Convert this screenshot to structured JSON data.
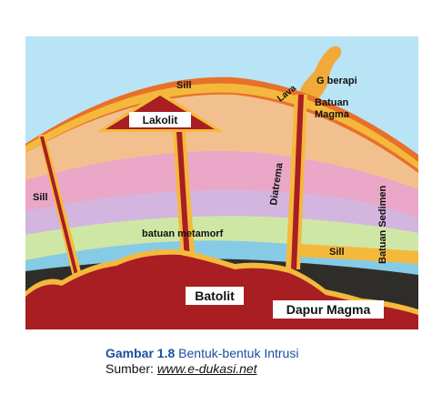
{
  "diagram": {
    "labels": {
      "sill_top": "Sill",
      "lakolit": "Lakolit",
      "lava": "Lava",
      "g_berapi": "G berapi",
      "batuan_magma": "Batuan Magma",
      "sill_left": "Sill",
      "diatrema": "Diatrema",
      "batuan_sedimen": "Batuan Sedimen",
      "batuan_metamorf": "batuan metamorf",
      "sill_right": "Sill",
      "batolit": "Batolit",
      "dapur_magma": "Dapur Magma"
    },
    "colors": {
      "sky": "#b9e4f5",
      "crust_orange": "#e8702a",
      "peach": "#f2c08e",
      "pink": "#eaa7c7",
      "lavender": "#d4b5df",
      "green": "#cfe7a4",
      "blue": "#86cbe6",
      "dark": "#2f2d2a",
      "magma": "#a81e22",
      "rim": "#f4b93c"
    }
  },
  "caption": {
    "figure_number": "Gambar 1.8",
    "title": "Bentuk-bentuk Intrusi",
    "source_label": "Sumber:",
    "source_link": "www.e-dukasi.net"
  }
}
